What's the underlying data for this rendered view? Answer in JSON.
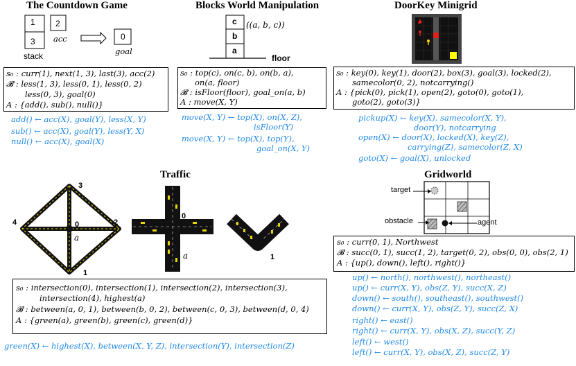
{
  "countdown": {
    "title": "The Countdown Game",
    "stack_values": [
      "1",
      "3"
    ],
    "acc_value": "2",
    "goal_value": "0",
    "stack_label": "stack",
    "acc_label": "acc",
    "goal_label": "goal",
    "state": [
      "s₀ : curr(1), next(1, 3), last(3), acc(2)",
      "𝓑 : less(1, 3), less(0, 1), less(0, 2)",
      "less(0, 3), goal(0)",
      "A : {add(), sub(), null()}"
    ],
    "rules": [
      "add() ← acc(X), goal(Y), less(X, Y)",
      "sub() ← acc(X), goal(Y), less(Y, X)",
      "null() ← acc(X), goal(X)"
    ]
  },
  "blocks": {
    "title": "Blocks World Manipulation",
    "block_labels": [
      "c",
      "b",
      "a"
    ],
    "stack_tuple": "((a, b, c))",
    "floor_label": "floor",
    "state": [
      "s₀ : top(c), on(c, b), on(b, a),",
      "on(a, floor)",
      "𝓑 : isFloor(floor), goal_on(a, b)",
      "A : move(X, Y)"
    ],
    "rules": [
      "move(X, Y) ← top(X), on(X, Z),",
      "isFloor(Y)",
      "move(X, Y) ← top(X), top(Y),",
      "goal_on(X, Y)"
    ]
  },
  "doorkey": {
    "title": "DoorKey Minigrid",
    "state": [
      "s₀ : key(0), key(1), door(2), box(3), goal(3), locked(2),",
      "samecolor(0, 2), notcarrying()",
      "A : {pick(0), pick(1), open(2), goto(0), goto(1),",
      "goto(2), goto(3)}"
    ],
    "rules": [
      "pickup(X) ← key(X), samecolor(X, Y),",
      "door(Y), notcarrying",
      "open(X) ← door(X), locked(X), key(Z),",
      "carrying(Z), samecolor(Z, X)",
      "goto(X) ← goal(X), unlocked"
    ]
  },
  "traffic": {
    "title": "Traffic",
    "node_labels": [
      "3",
      "4",
      "0",
      "2",
      "a",
      "1"
    ],
    "cross_labels": [
      "0",
      "a"
    ],
    "curve_label": "1",
    "state": [
      "s₀ : intersection(0), intersection(1), intersection(2), intersection(3),",
      "intersection(4), highest(a)",
      "𝓑 : between(a, 0, 1), between(b, 0, 2), between(c, 0, 3), between(d, 0, 4)",
      "A : {green(a), green(b), green(c), green(d)}"
    ],
    "rule": "green(X) ← highest(X), between(X, Y, Z), intersection(Y), intersection(Z)"
  },
  "gridworld": {
    "title": "Gridworld",
    "target_label": "target",
    "obstacle_label": "obstacle",
    "agent_label": "agent",
    "state": [
      "s₀ : curr(0, 1), Northwest",
      "𝓑 : succ(0, 1), succ(1, 2), target(0, 2), obs(0, 0), obs(2, 1)",
      "A : {up(), down(), left(), right()}"
    ],
    "rules": [
      "up() ← north(), northwest(), northeast()",
      "up() ← curr(X, Y), obs(Z, Y), succ(X, Z)",
      "down() ← south(), southeast(), southwest()",
      "down() ← curr(X, Y), obs(Z, Y), succ(Z, X)",
      "right() ← east()",
      "right() ← curr(X, Y), obs(X, Z), succ(Y, Z)",
      "left() ← west()",
      "left() ← curr(X, Y), obs(X, Z), succ(Z, Y)"
    ]
  },
  "colors": {
    "rule_blue": "#1e88e5",
    "road": "#111111",
    "lane": "#e8d400",
    "dk_bg": "#444444",
    "dk_cell": "#111111",
    "dk_red": "#e0201a",
    "dk_yellow": "#ffff00"
  }
}
